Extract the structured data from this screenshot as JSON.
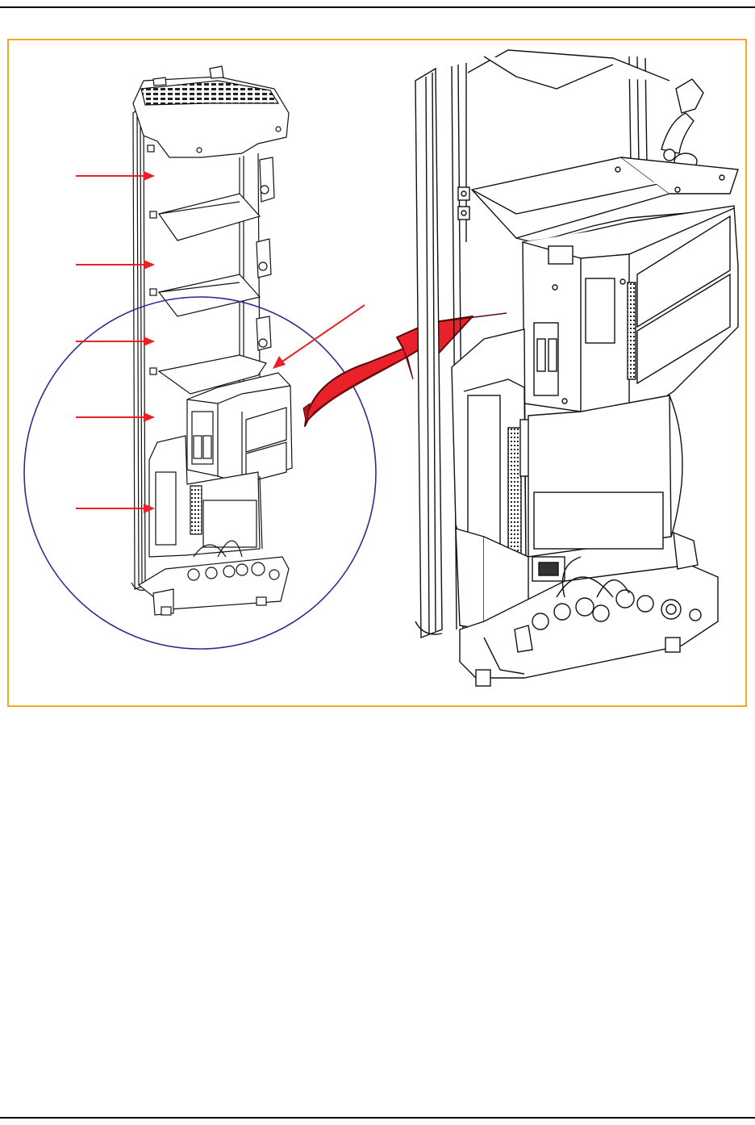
{
  "figure": {
    "frame_color": "#f5a623",
    "arrow_color": "#e8212a",
    "circle_color": "#2b2f8a",
    "line_color": "#111111",
    "callout_arrow_count": 6,
    "transfer_arrow": "big-red-arrow-icon",
    "left_view": "cabinet-overview",
    "right_view": "cabinet-detail"
  }
}
